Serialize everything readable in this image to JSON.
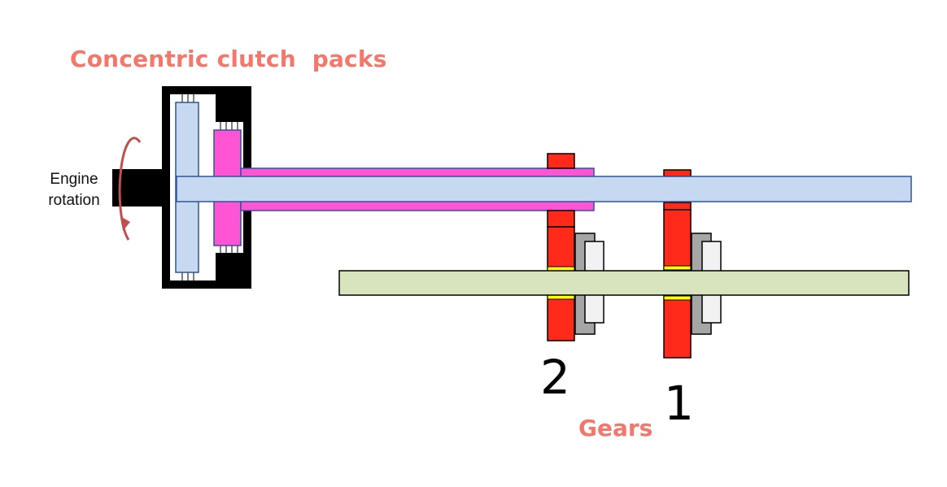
{
  "diagram": {
    "title": "Concentric clutch  packs",
    "engine_label_line1": "Engine",
    "engine_label_line2": "rotation",
    "gear_2_label": "2",
    "gear_1_label": "1",
    "gears_label": "Gears"
  },
  "colors": {
    "accent_text": "#f4776b",
    "rotation_arrow": "#c0504d",
    "housing": "#000000",
    "outer_shaft": "#c6d9f1",
    "inner_sleeve": "#ff55d4",
    "countershaft": "#d7e4bd",
    "gear": "#ff2a1a",
    "synchro_ring": "#ffff00",
    "collar_dark": "#a6a6a6",
    "collar_light": "#f2f2f2",
    "outline": "#2f5597"
  }
}
